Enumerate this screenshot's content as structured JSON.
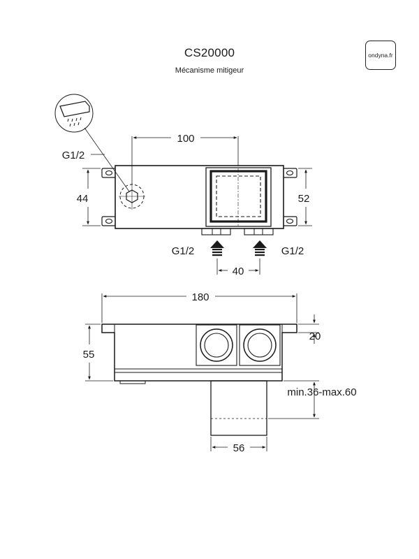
{
  "header": {
    "title": "CS20000",
    "subtitle": "Mécanisme mitigeur"
  },
  "brand": {
    "logo_text": "ondyna.fr"
  },
  "top_view": {
    "dim_width": "100",
    "dim_left_height": "44",
    "dim_right_height": "52",
    "dim_inlet_spacing": "40",
    "thread_outlet": "G1/2",
    "thread_inlet_left": "G1/2",
    "thread_inlet_right": "G1/2"
  },
  "side_view": {
    "dim_total_width": "180",
    "dim_height": "55",
    "dim_flange": "20",
    "dim_depth_range": "min.36-max.60",
    "dim_sleeve_width": "56"
  }
}
